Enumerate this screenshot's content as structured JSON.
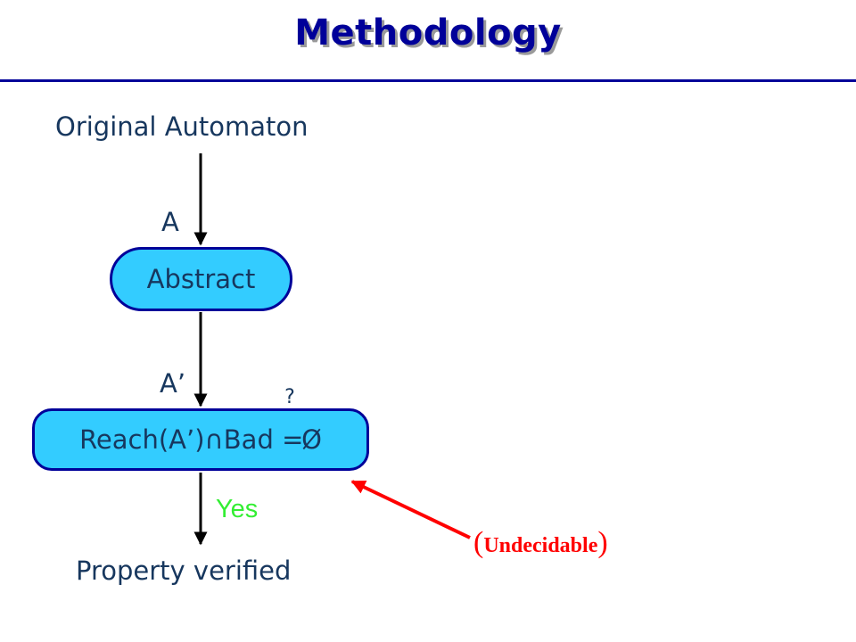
{
  "title": "Methodology",
  "nodes": {
    "input_label": "Original Automaton",
    "abstract_box": "Abstract",
    "reach_box_prefix": "Reach(A’)",
    "intersect_symbol": "∩",
    "reach_box_bad": "Bad",
    "question_mark": "?",
    "equals_symbol": "=",
    "empty_set": "Ø",
    "output_label": "Property verified"
  },
  "edges": {
    "a_label": "A",
    "a_prime_label": "A’",
    "yes_label": "Yes"
  },
  "annotation": {
    "open_paren": "(",
    "text": "Undecidable",
    "close_paren": ")"
  },
  "colors": {
    "title": "#000099",
    "box_fill": "#33ccff",
    "box_border": "#000099",
    "text": "#17375e",
    "yes": "#33ee33",
    "annotation": "#ff0000"
  }
}
